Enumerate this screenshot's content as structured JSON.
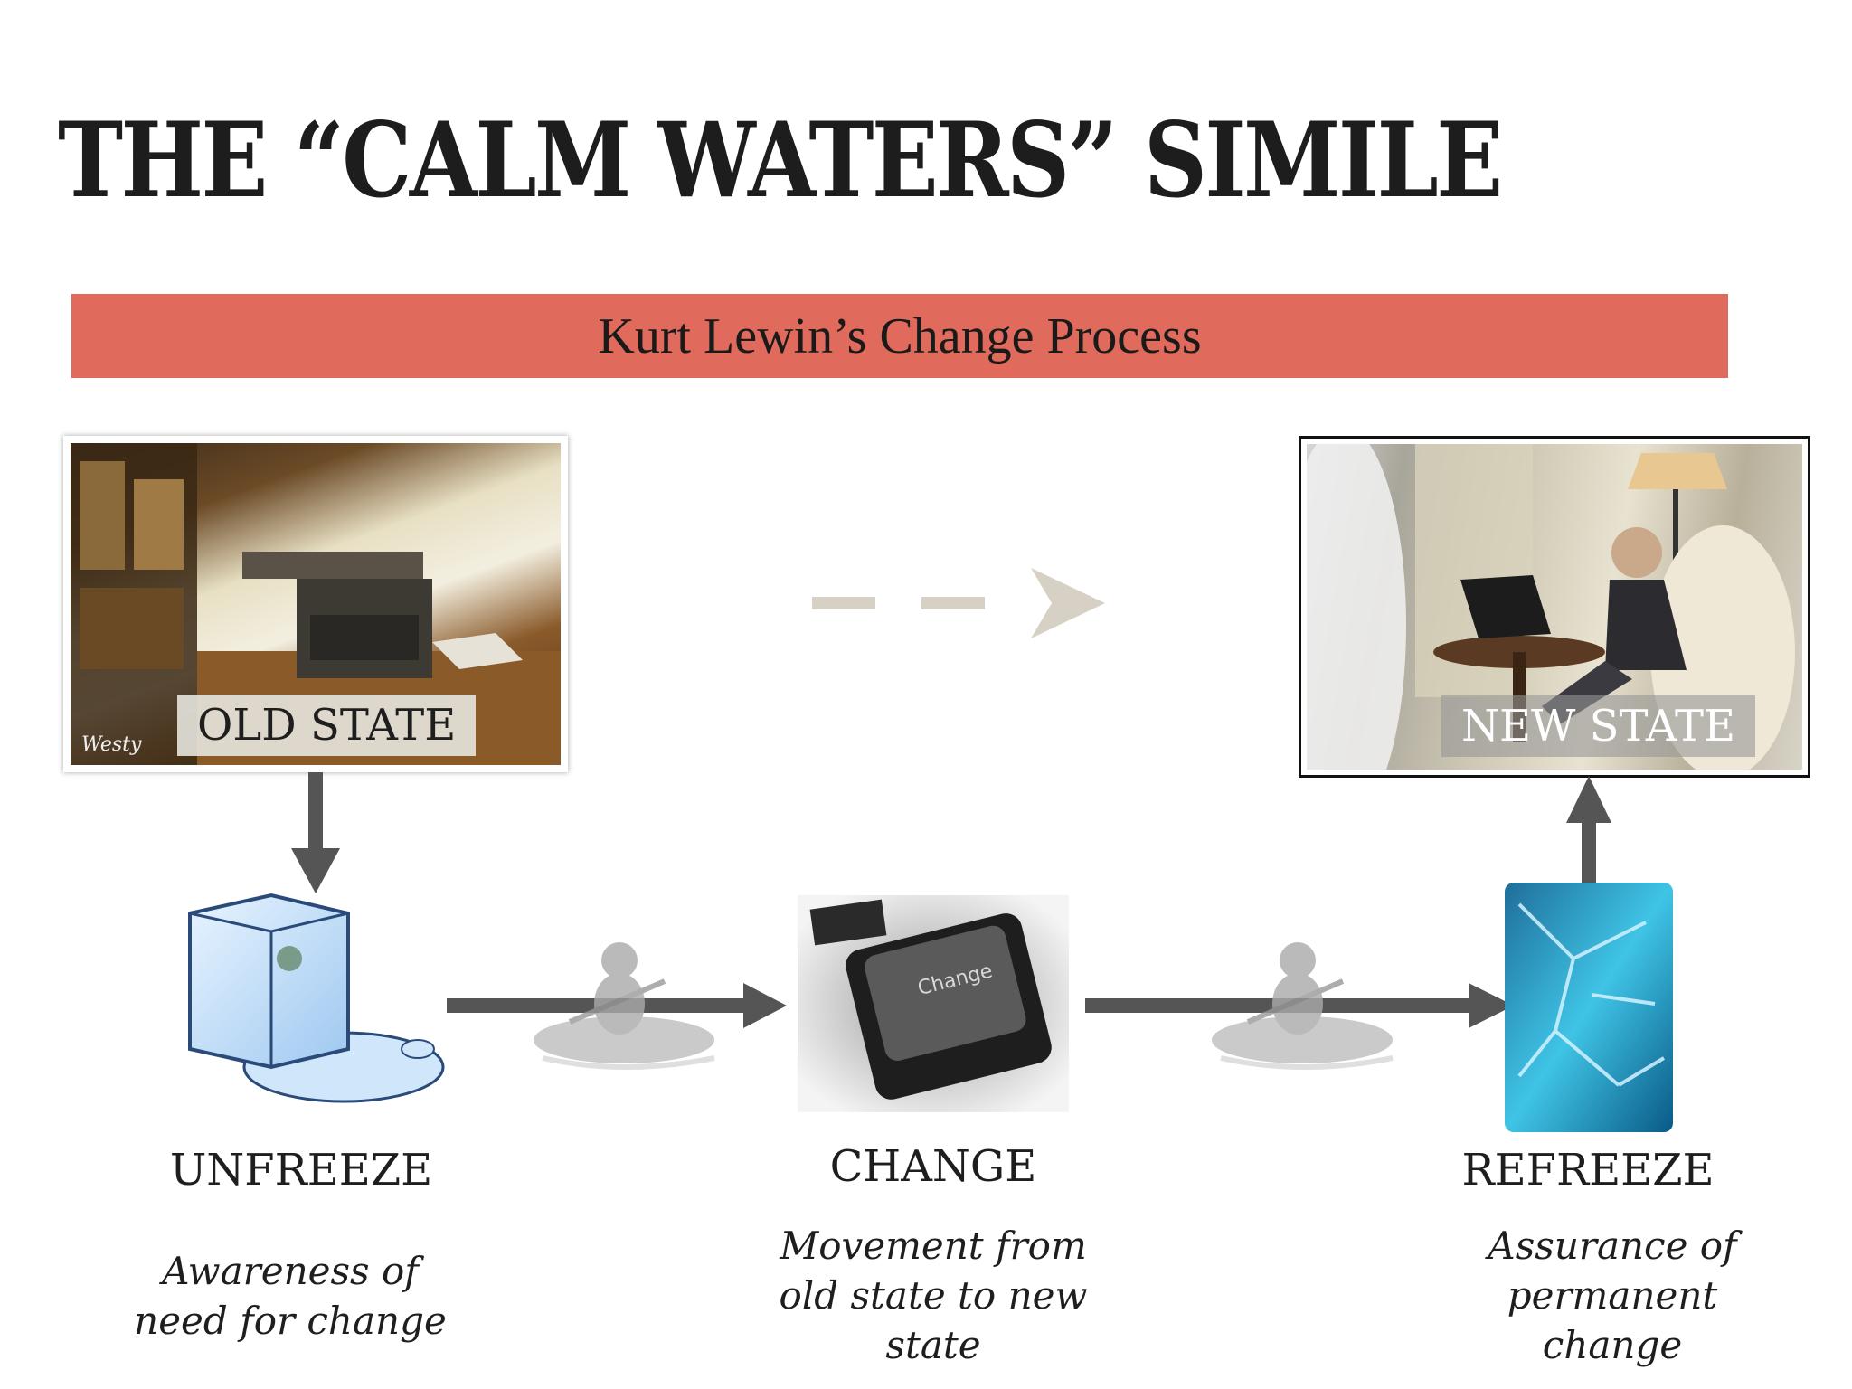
{
  "title": "THE “CALM WATERS” SIMILE",
  "banner": "Kurt Lewin’s Change Process",
  "old_state": {
    "label": "OLD STATE",
    "signature": "Westy"
  },
  "new_state": {
    "label": "NEW STATE"
  },
  "change_key": {
    "label": "Change"
  },
  "steps": [
    {
      "title": "UNFREEZE",
      "lines": [
        "Awareness of",
        "need for change"
      ]
    },
    {
      "title": "CHANGE",
      "lines": [
        "Movement from",
        "old state to new",
        "state"
      ]
    },
    {
      "title": "REFREEZE",
      "lines": [
        "Assurance of",
        "permanent",
        "change"
      ]
    }
  ],
  "colors": {
    "banner": "#e06b5c",
    "arrow": "#555555",
    "dashed_arrow": "#d6d1c4",
    "ice": "#2aa8c8"
  }
}
